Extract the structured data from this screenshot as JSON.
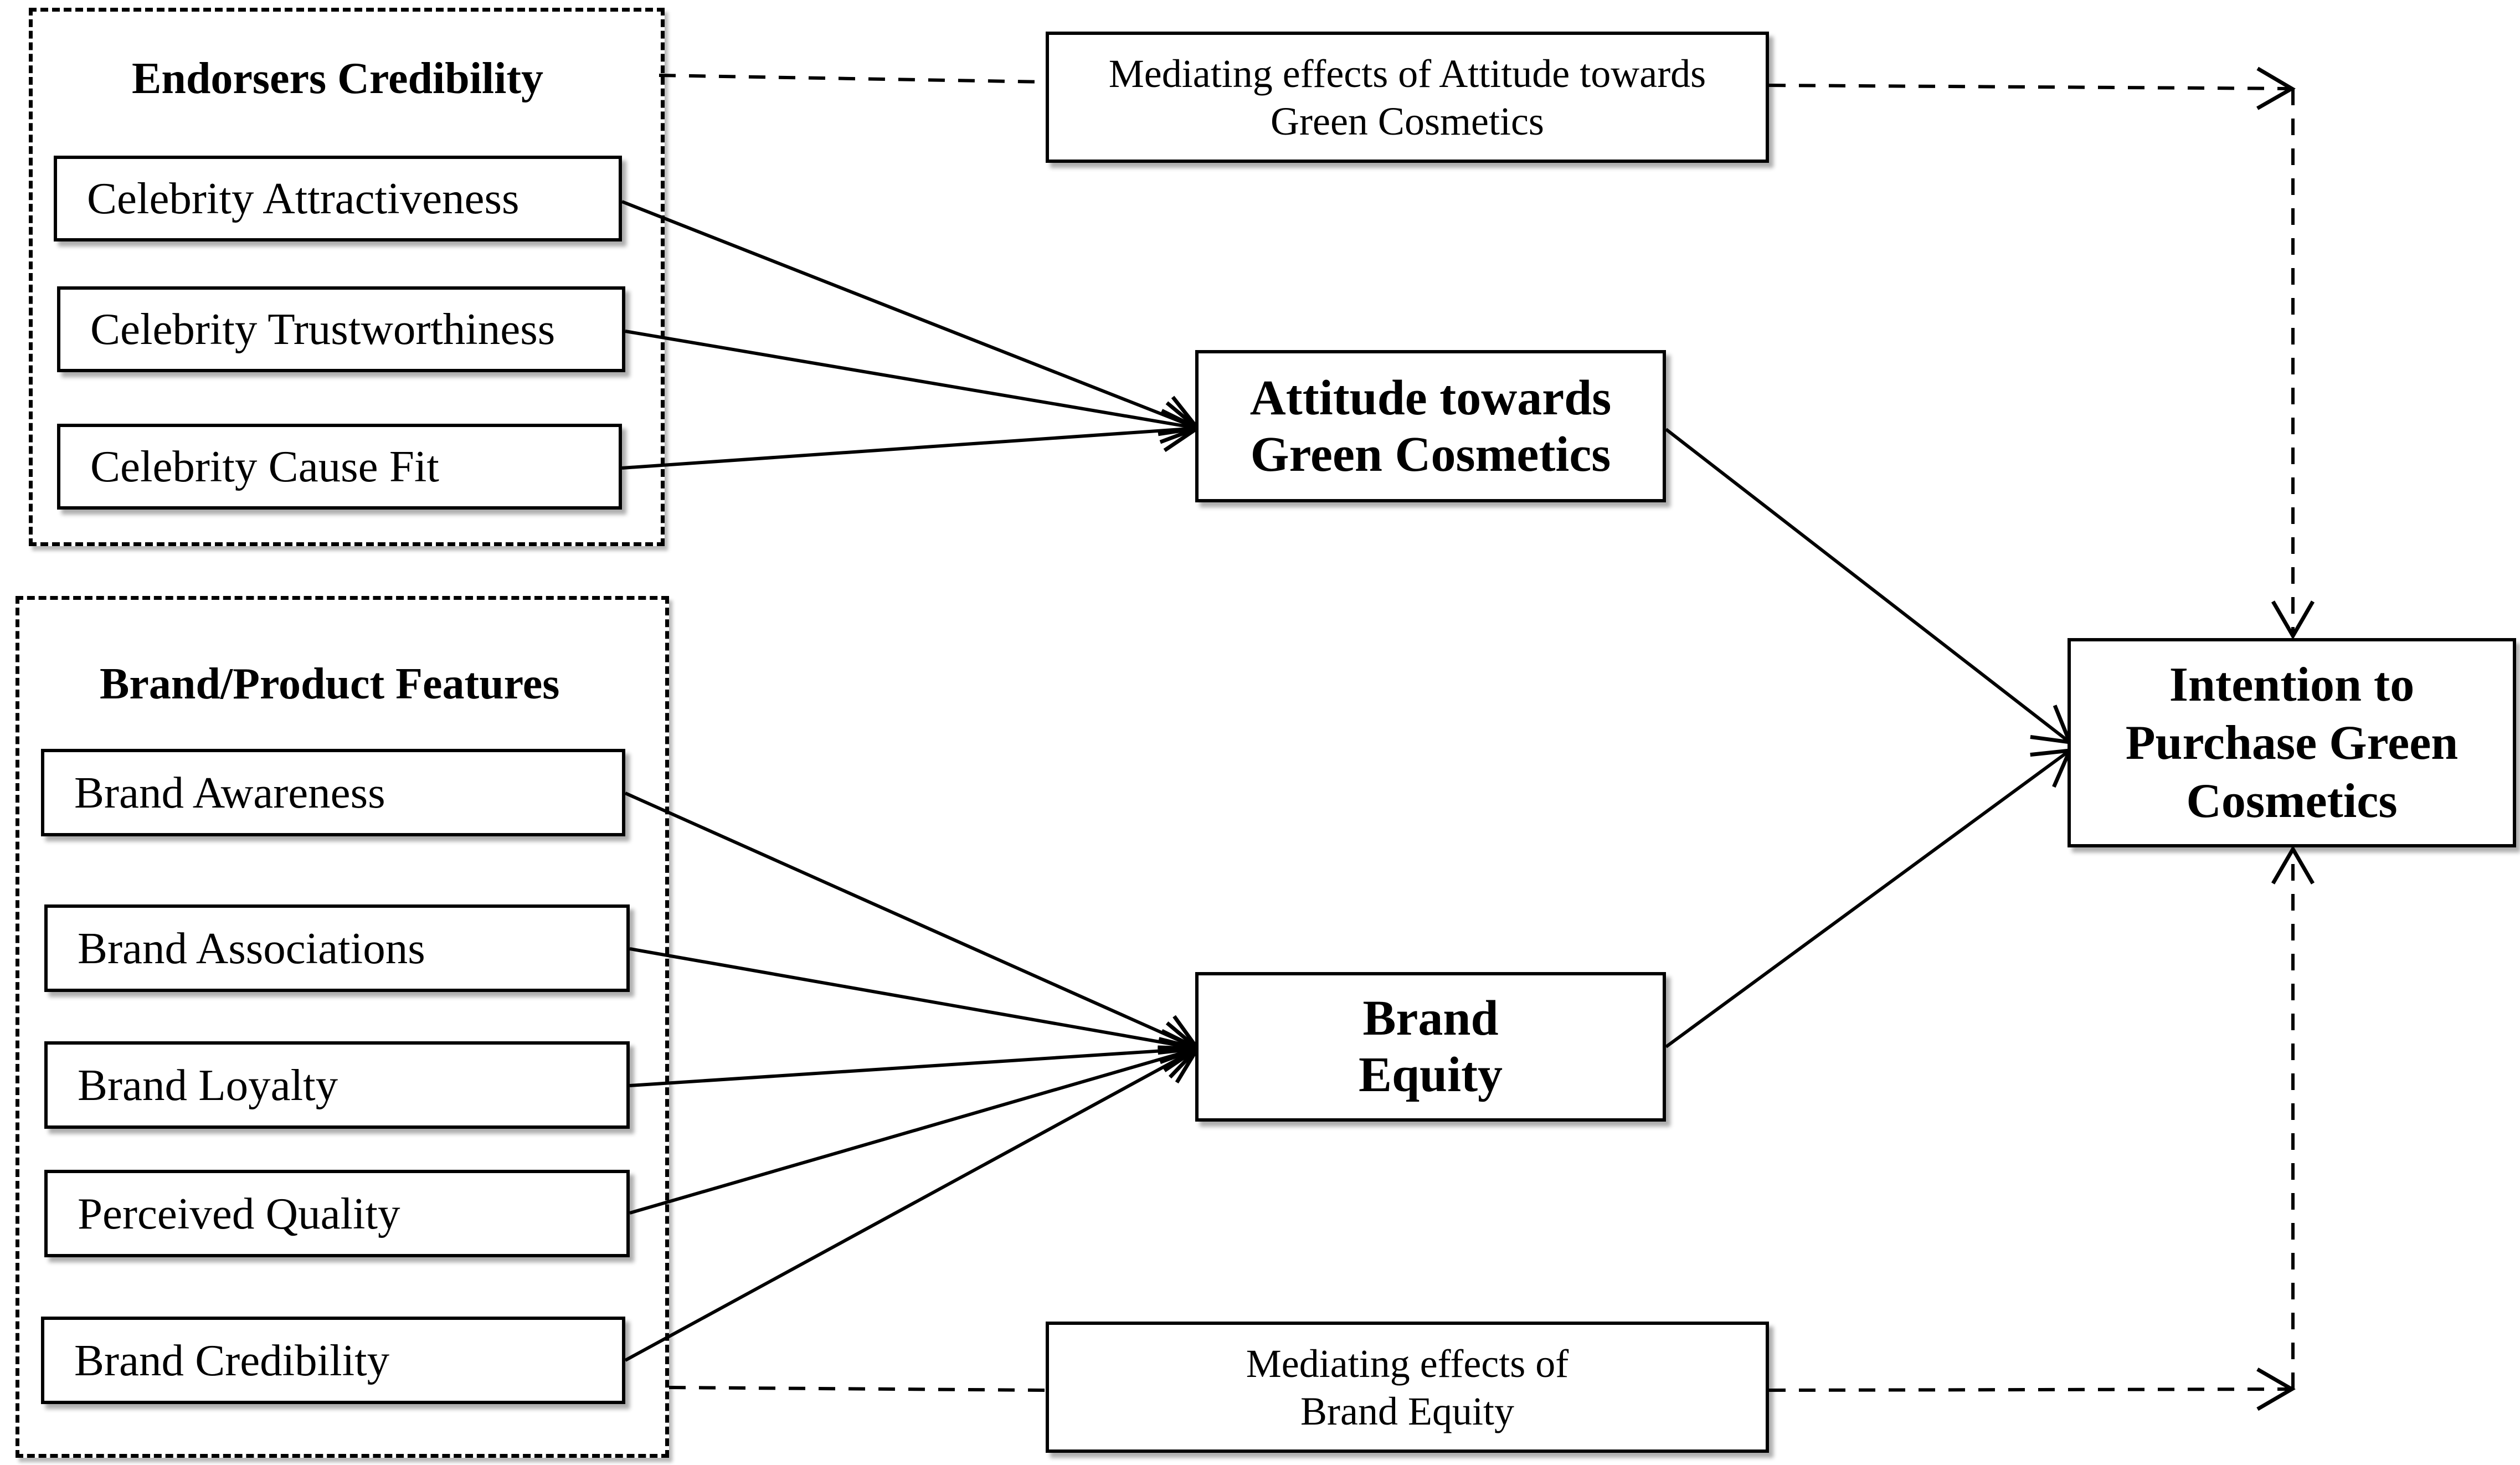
{
  "groups": {
    "endorsers": {
      "title": "Endorsers Credibility",
      "items": [
        "Celebrity Attractiveness",
        "Celebrity Trustworthiness",
        "Celebrity Cause Fit"
      ]
    },
    "brand_features": {
      "title": "Brand/Product Features",
      "items": [
        "Brand Awareness",
        "Brand Associations",
        "Brand Loyalty",
        "Perceived Quality",
        "Brand Credibility"
      ]
    }
  },
  "constructs": {
    "attitude": "Attitude towards\nGreen Cosmetics",
    "brand_equity": "Brand\nEquity",
    "intention": "Intention to\nPurchase Green\nCosmetics"
  },
  "mediators": {
    "attitude": "Mediating effects of Attitude towards\nGreen Cosmetics",
    "brand_equity": "Mediating effects of\nBrand Equity"
  }
}
